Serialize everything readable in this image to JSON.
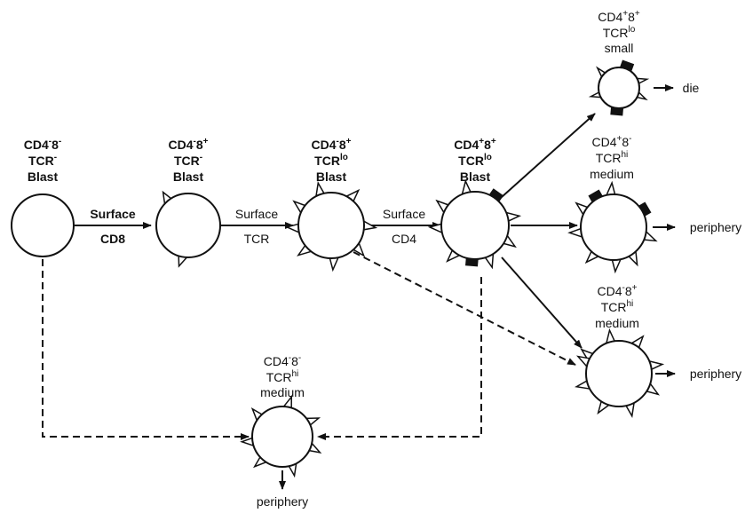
{
  "cells": [
    {
      "id": "c1",
      "line1": "CD4",
      "line1_sup": "-",
      "line1_mid": "8",
      "line1_sup2": "-",
      "tcr": "TCR",
      "tcr_sup": "-",
      "size": "Blast"
    },
    {
      "id": "c2",
      "line1": "CD4",
      "line1_sup": "-",
      "line1_mid": "8",
      "line1_sup2": "+",
      "tcr": "TCR",
      "tcr_sup": "-",
      "size": "Blast"
    },
    {
      "id": "c3",
      "line1": "CD4",
      "line1_sup": "-",
      "line1_mid": "8",
      "line1_sup2": "+",
      "tcr": "TCR",
      "tcr_sup": "lo",
      "size": "Blast"
    },
    {
      "id": "c4",
      "line1": "CD4",
      "line1_sup": "+",
      "line1_mid": "8",
      "line1_sup2": "+",
      "tcr": "TCR",
      "tcr_sup": "lo",
      "size": "Blast"
    },
    {
      "id": "c5",
      "line1": "CD4",
      "line1_sup": "+",
      "line1_mid": "8",
      "line1_sup2": "+",
      "tcr": "TCR",
      "tcr_sup": "lo",
      "size": "small"
    },
    {
      "id": "c6",
      "line1": "CD4",
      "line1_sup": "+",
      "line1_mid": "8",
      "line1_sup2": "-",
      "tcr": "TCR",
      "tcr_sup": "hi",
      "size": "medium"
    },
    {
      "id": "c7",
      "line1": "CD4",
      "line1_sup": "-",
      "line1_mid": "8",
      "line1_sup2": "+",
      "tcr": "TCR",
      "tcr_sup": "hi",
      "size": "medium"
    },
    {
      "id": "c8",
      "line1": "CD4",
      "line1_sup": "-",
      "line1_mid": "8",
      "line1_sup2": "-",
      "tcr": "TCR",
      "tcr_sup": "hi",
      "size": "medium"
    }
  ],
  "transitions": [
    {
      "top": "Surface",
      "bottom": "CD8"
    },
    {
      "top": "Surface",
      "bottom": "TCR"
    },
    {
      "top": "Surface",
      "bottom": "CD4"
    }
  ],
  "outcomes": {
    "die": "die",
    "periphery": "periphery"
  }
}
